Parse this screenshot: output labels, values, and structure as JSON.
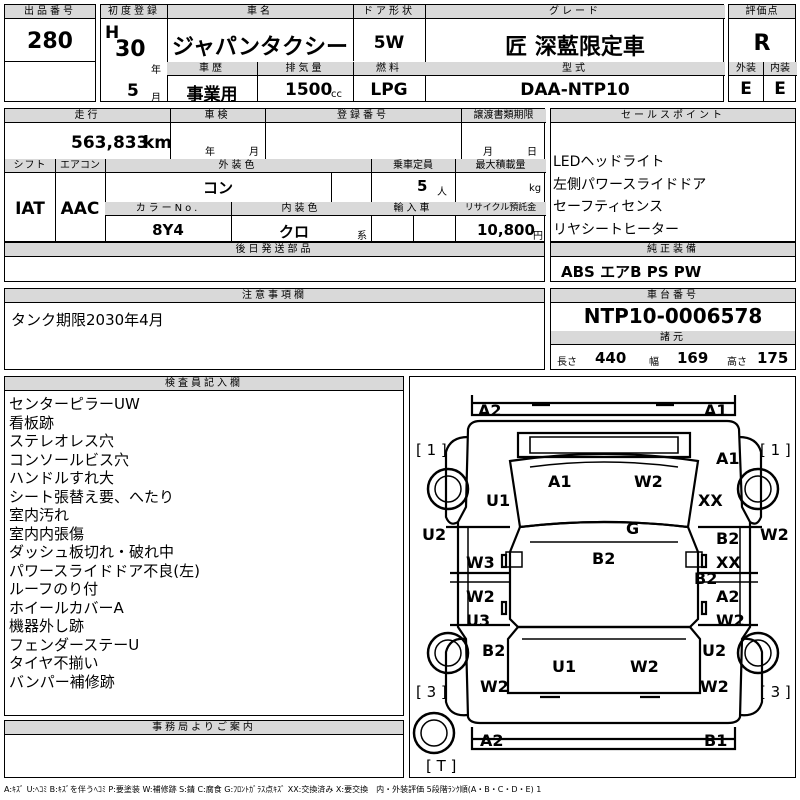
{
  "lot": {
    "label": "出品番号",
    "value": "280"
  },
  "first_reg": {
    "label": "初度登録",
    "era": "H",
    "year": "30",
    "year_unit": "年",
    "month": "5",
    "month_unit": "月"
  },
  "car_name": {
    "label": "車名",
    "value": "ジャパンタクシー"
  },
  "door": {
    "label": "ドア形状",
    "value": "5W"
  },
  "grade": {
    "label": "グレード",
    "value": "匠 深藍限定車"
  },
  "score": {
    "label": "評価点",
    "value": "R"
  },
  "history": {
    "label": "車歴",
    "value": "事業用"
  },
  "displacement": {
    "label": "排気量",
    "value": "1500",
    "unit": "cc"
  },
  "fuel": {
    "label": "燃料",
    "value": "LPG"
  },
  "model": {
    "label": "型式",
    "value": "DAA-NTP10"
  },
  "ext_score": {
    "label": "外装",
    "value": "E"
  },
  "int_score": {
    "label": "内装",
    "value": "E"
  },
  "mileage": {
    "label": "走行",
    "value": "563,833",
    "unit": "km"
  },
  "inspection": {
    "label": "車検",
    "year_unit": "年",
    "month_unit": "月"
  },
  "reg_no": {
    "label": "登録番号"
  },
  "transfer_date": {
    "label": "譲渡書類期限",
    "month_unit": "月",
    "day_unit": "日"
  },
  "shift": {
    "label": "シフト",
    "value": "IAT"
  },
  "aircon": {
    "label": "エアコン",
    "value": "AAC"
  },
  "ext_color": {
    "label": "外装色",
    "value": "コン"
  },
  "capacity": {
    "label": "乗車定員",
    "value": "5",
    "unit": "人"
  },
  "max_load": {
    "label": "最大積載量",
    "unit": "kg"
  },
  "color_no": {
    "label": "カラーNo.",
    "value": "8Y4"
  },
  "int_color": {
    "label": "内装色",
    "value": "クロ",
    "suffix": "系"
  },
  "import": {
    "label": "輸入車"
  },
  "recycle": {
    "label": "リサイクル預託金",
    "value": "10,800",
    "unit": "円"
  },
  "sales": {
    "label": "セールスポイント",
    "items": [
      "LEDヘッドライト",
      "左側パワースライドドア",
      "セーフティセンス",
      "リヤシートヒーター"
    ]
  },
  "later_parts": {
    "label": "後日発送部品"
  },
  "equipment": {
    "label": "純正装備",
    "value": "ABS エアB PS PW"
  },
  "caution": {
    "label": "注意事項欄",
    "value": "タンク期限2030年4月"
  },
  "chassis": {
    "label": "車台番号",
    "value": "NTP10-0006578"
  },
  "specs": {
    "label": "諸元",
    "length_label": "長さ",
    "length": "440",
    "width_label": "幅",
    "width": "169",
    "height_label": "高さ",
    "height": "175"
  },
  "inspector": {
    "label": "検査員記入欄",
    "notes": [
      "センターピラーUW",
      "看板跡",
      "ステレオレス穴",
      "コンソールビス穴",
      "ハンドルすれ大",
      "シート張替え要、へたり",
      "室内汚れ",
      "室内内張傷",
      "ダッシュ板切れ・破れ中",
      "パワースライドドア不良(左)",
      "ルーフのり付",
      "ホイールカバーA",
      "機器外し跡",
      "フェンダーステーU",
      "タイヤ不揃い",
      "バンパー補修跡"
    ]
  },
  "office": {
    "label": "事務局よりご案内"
  },
  "diagram": {
    "markers": {
      "m1l": "[ 1 ]",
      "m1r": "[ 1 ]",
      "m3l": "[ 3 ]",
      "m3r": "[ 3 ]",
      "mt": "[ T ]"
    },
    "labels": [
      {
        "id": "fb-l",
        "text": "A2"
      },
      {
        "id": "fb-r",
        "text": "A1"
      },
      {
        "id": "hood-l",
        "text": "A1"
      },
      {
        "id": "hood-r",
        "text": "W2"
      },
      {
        "id": "fend-l",
        "text": "U1"
      },
      {
        "id": "fend-r1",
        "text": "A1"
      },
      {
        "id": "fend-r2",
        "text": "XX"
      },
      {
        "id": "roof",
        "text": "G"
      },
      {
        "id": "side-l",
        "text": "U2"
      },
      {
        "id": "side-r",
        "text": "W2"
      },
      {
        "id": "fdoor-l",
        "text": "W3"
      },
      {
        "id": "roof2",
        "text": "B2"
      },
      {
        "id": "fdoor-r1",
        "text": "B2"
      },
      {
        "id": "fdoor-r2",
        "text": "XX"
      },
      {
        "id": "pillar-r",
        "text": "B2"
      },
      {
        "id": "rdoor-l1",
        "text": "W2"
      },
      {
        "id": "rdoor-l2",
        "text": "U3"
      },
      {
        "id": "rdoor-r1",
        "text": "A2"
      },
      {
        "id": "rdoor-r2",
        "text": "W2"
      },
      {
        "id": "qtr-l",
        "text": "B2"
      },
      {
        "id": "trunk-l",
        "text": "U1"
      },
      {
        "id": "trunk-r",
        "text": "W2"
      },
      {
        "id": "qtr-r",
        "text": "U2"
      },
      {
        "id": "rfend-l",
        "text": "W2"
      },
      {
        "id": "rfend-r",
        "text": "W2"
      },
      {
        "id": "rb-l",
        "text": "A2"
      },
      {
        "id": "rb-r",
        "text": "B1"
      }
    ]
  },
  "legend": "A:ｷｽﾞ U:ﾍｺﾐ B:ｷｽﾞを伴うﾍｺﾐ P:要塗装 W:補修跡 S:錆 C:腐食 G:ﾌﾛﾝﾄｶﾞﾗｽ点ｷｽﾞ XX:交換済み X:要交換　内・外装評価 5段階ﾗﾝｸ順(A・B・C・D・E) 1",
  "colors": {
    "header_bg": "#d9d9d9",
    "line": "#000000"
  }
}
